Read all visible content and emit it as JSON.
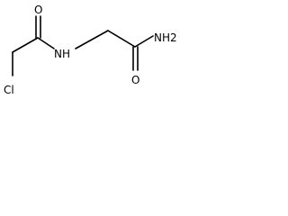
{
  "molecule": {
    "atoms": {
      "o_left": "O",
      "nh": "NH",
      "nh2": "NH2",
      "o_right": "O",
      "cl": "Cl"
    }
  }
}
